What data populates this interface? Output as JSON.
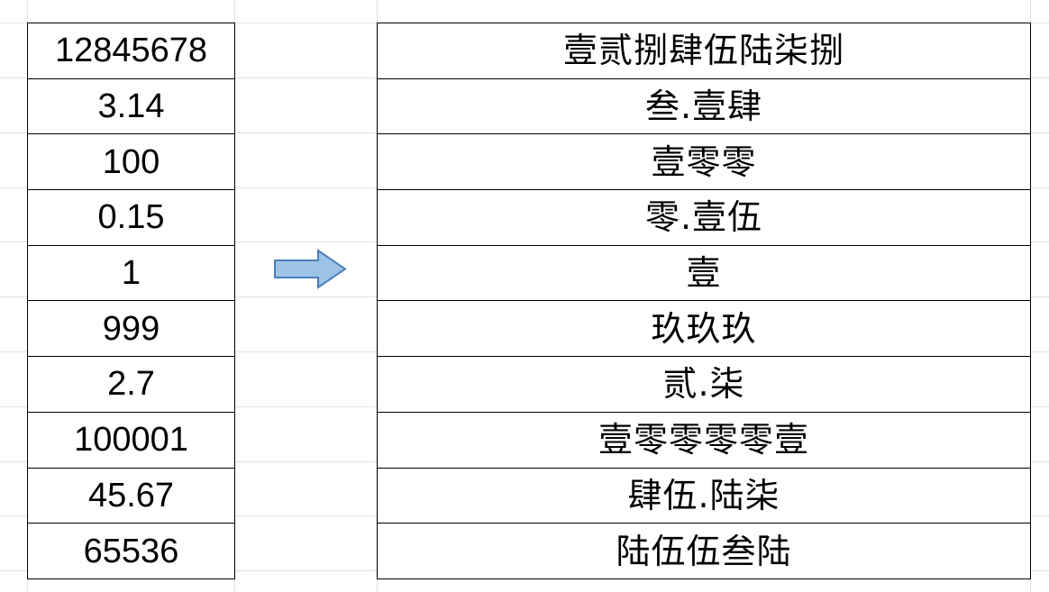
{
  "sheet": {
    "background_color": "#ffffff",
    "gridline_color": "#e2e2e2",
    "cell_border_color": "#000000"
  },
  "arrow": {
    "icon": "right-arrow-icon",
    "fill_color": "#9DC3E6",
    "stroke_color": "#4A7EBB",
    "direction": "right"
  },
  "table": {
    "source_column": {
      "name": "numeric-values",
      "rows": [
        "12845678",
        "3.14",
        "100",
        "0.15",
        "1",
        "999",
        "2.7",
        "100001",
        "45.67",
        "65536"
      ]
    },
    "result_column": {
      "name": "chinese-financial-numerals",
      "rows": [
        "壹贰捌肆伍陆柒捌",
        "叁.壹肆",
        "壹零零",
        "零.壹伍",
        "壹",
        "玖玖玖",
        "贰.柒",
        "壹零零零零壹",
        "肆伍.陆柒",
        "陆伍伍叁陆"
      ]
    }
  }
}
